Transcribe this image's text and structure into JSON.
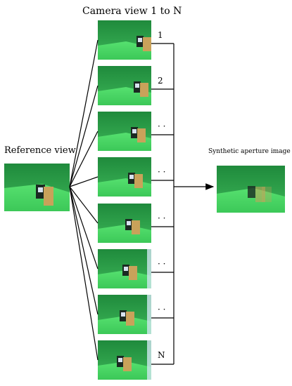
{
  "title": "Camera view 1 to N",
  "reference_label": "Reference view",
  "synthetic_label": "Synthetic aperture image",
  "view_indices": [
    "1",
    "2",
    "· ·",
    "· ·",
    "· ·",
    "· ·",
    "· ·",
    "N"
  ],
  "colors": {
    "green_screen": "#2e9a48",
    "floor": "#4fd86a",
    "line": "#000000"
  }
}
